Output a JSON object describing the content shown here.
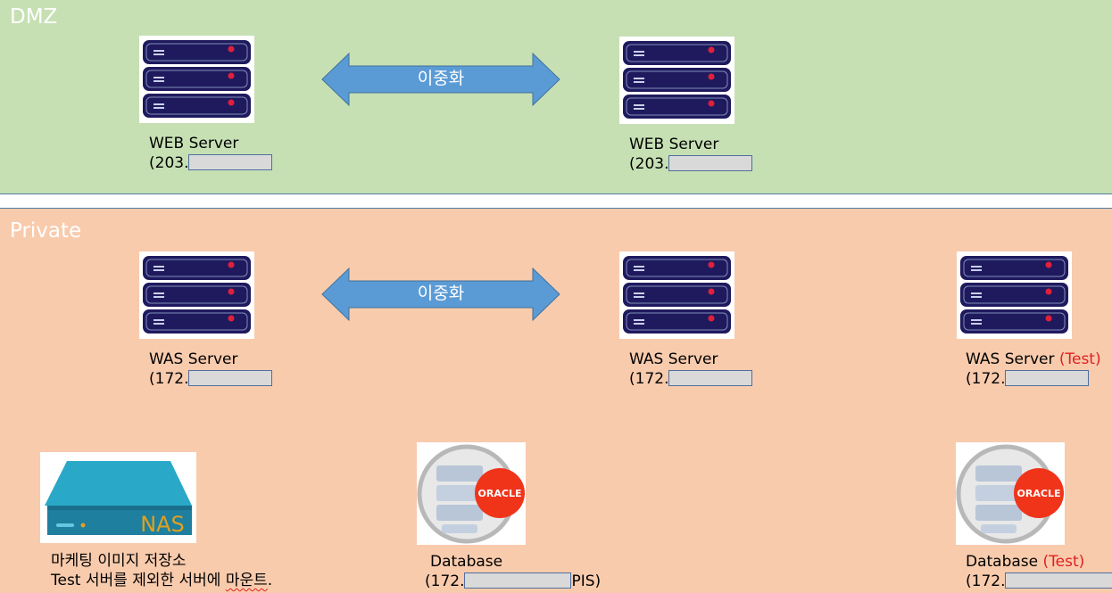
{
  "zones": {
    "dmz": {
      "title": "DMZ"
    },
    "private": {
      "title": "Private"
    }
  },
  "arrows": {
    "dmz_label": "이중화",
    "private_label": "이중화"
  },
  "servers": {
    "web1": {
      "name": "WEB Server",
      "ip_prefix": "(203."
    },
    "web2": {
      "name": "WEB Server",
      "ip_prefix": "(203."
    },
    "was1": {
      "name": "WAS Server",
      "ip_prefix": "(172."
    },
    "was2": {
      "name": "WAS Server",
      "ip_prefix": "(172."
    },
    "was3": {
      "name": "WAS Server",
      "tag": "(Test)",
      "ip_prefix": "(172."
    }
  },
  "nas": {
    "logo_text": "NAS",
    "line1": "마케팅 이미지 저장소",
    "line2_pre": "Test 서버를 제외한 서버에 ",
    "line2_marked": "마운트",
    "line2_post": "."
  },
  "databases": {
    "db1": {
      "name": "Database",
      "ip_prefix": "(172.",
      "ip_suffix": "PIS)",
      "badge": "ORACLE"
    },
    "db2": {
      "name": "Database",
      "tag": "(Test)",
      "ip_prefix": "(172.",
      "badge": "ORACLE"
    }
  },
  "colors": {
    "dmz_bg": "#c6e0b4",
    "private_bg": "#f8cbad",
    "server_navy": "#1f1a5e",
    "arrow_blue": "#5b9bd5",
    "oracle_red": "#f0341a",
    "nas_teal": "#2aa8c8",
    "nas_text": "#e0a020",
    "test_red": "#e02020"
  }
}
